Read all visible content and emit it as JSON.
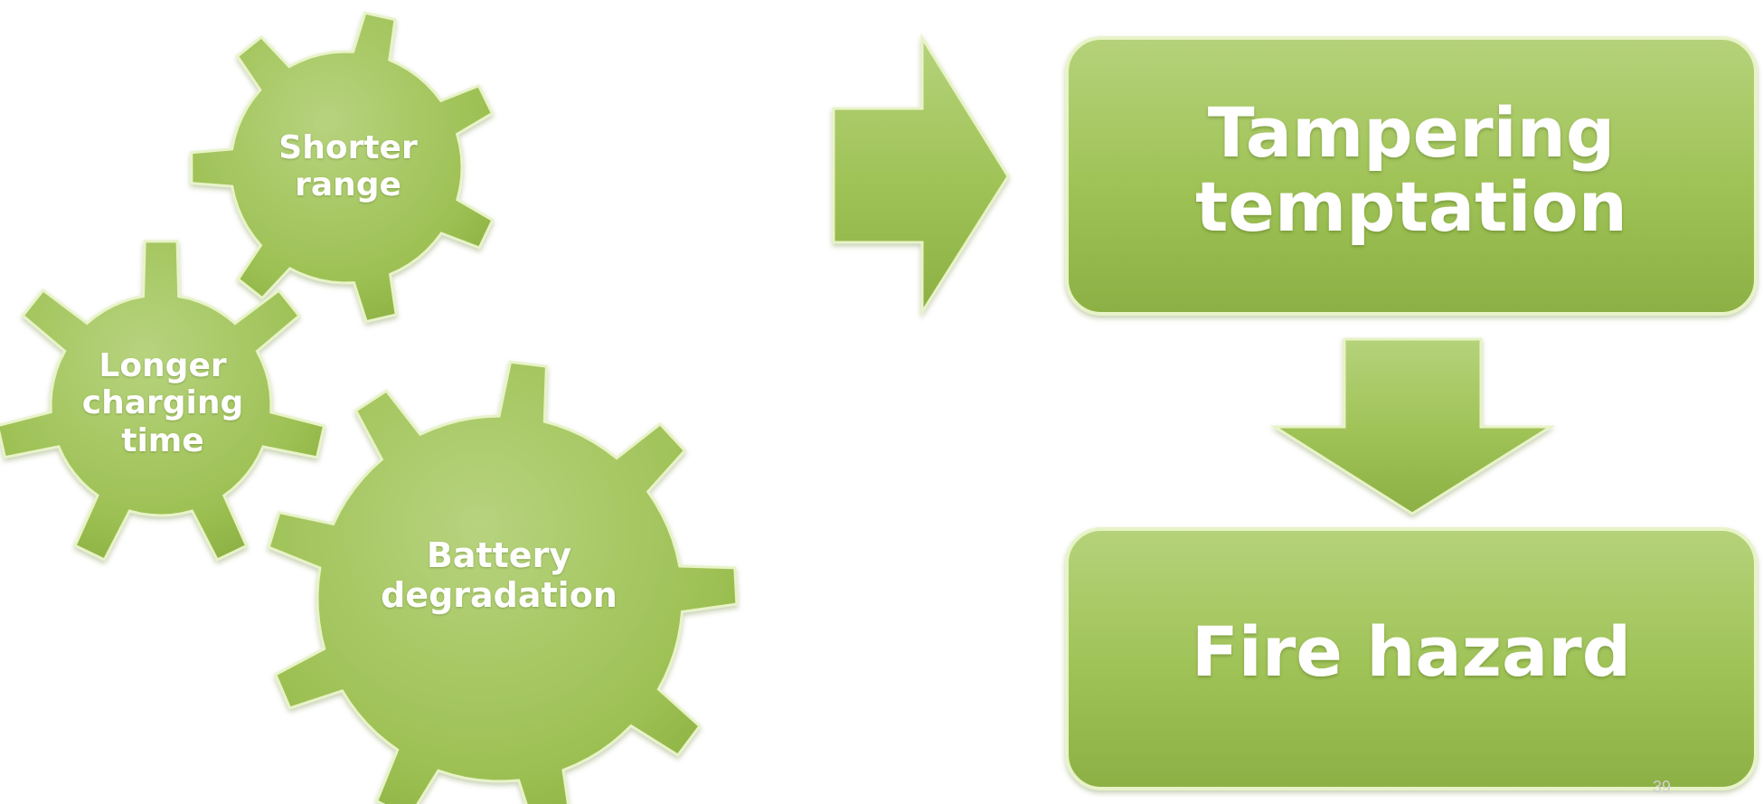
{
  "colors": {
    "fill_light": "#b7d27c",
    "fill_mid": "#9dc053",
    "fill_dark": "#86aa3c",
    "edge_highlight": "#eef7d2",
    "text": "#ffffff"
  },
  "gears": [
    {
      "label": "Shorter\nrange"
    },
    {
      "label": "Longer\ncharging\ntime"
    },
    {
      "label": "Battery\ndegradation"
    }
  ],
  "boxes": [
    {
      "label": "Tampering\ntemptation"
    },
    {
      "label": "Fire hazard"
    }
  ],
  "page_number": "39"
}
